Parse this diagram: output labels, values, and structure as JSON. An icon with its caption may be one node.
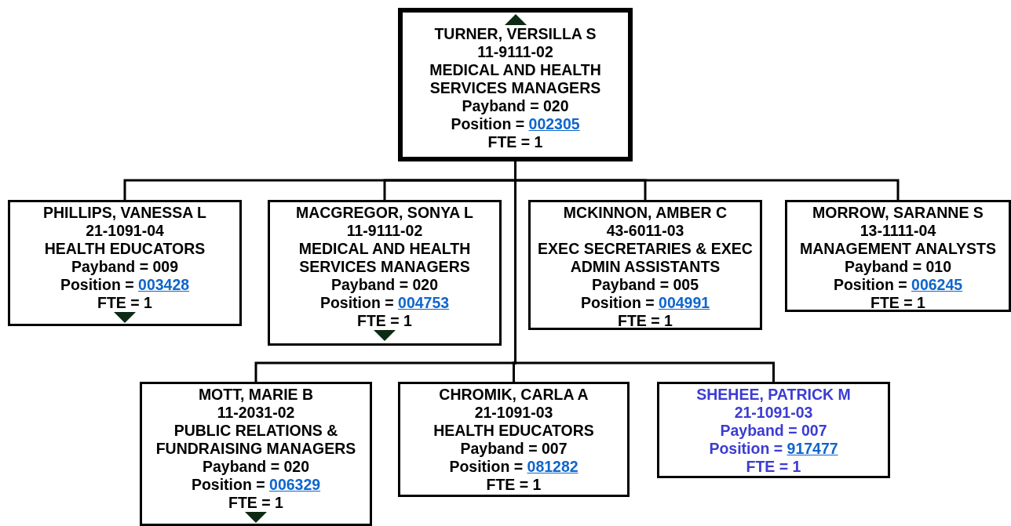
{
  "diagram": {
    "nodes": [
      {
        "text": [
          "TURNER, VERSILLA S",
          "11-9111-02",
          "MEDICAL AND HEALTH SERVICES MANAGERS",
          "Payband = 020",
          "Position =",
          "002305",
          "FTE = 1"
        ]
      },
      {
        "text": [
          "PHILLIPS, VANESSA L",
          "21-1091-04",
          "HEALTH EDUCATORS",
          "Payband = 009",
          "Position =",
          "003428",
          "FTE = 1"
        ]
      },
      {
        "text": [
          "MACGREGOR, SONYA L",
          "11-9111-02",
          "MEDICAL AND HEALTH SERVICES MANAGERS",
          "Payband = 020",
          "Position =",
          "004753",
          "FTE = 1"
        ]
      },
      {
        "text": [
          "MCKINNON, AMBER C",
          "43-6011-03",
          "EXEC SECRETARIES & EXEC ADMIN ASSISTANTS",
          "Payband = 005",
          "Position =",
          "004991",
          "FTE = 1"
        ]
      },
      {
        "text": [
          "MORROW, SARANNE S",
          "13-1111-04",
          "MANAGEMENT ANALYSTS",
          "Payband = 010",
          "Position =",
          "006245",
          "FTE = 1"
        ]
      },
      {
        "text": [
          "MOTT, MARIE B",
          "11-2031-02",
          "PUBLIC RELATIONS & FUNDRAISING MANAGERS",
          "Payband = 020",
          "Position =",
          "006329",
          "FTE = 1"
        ]
      },
      {
        "text": [
          "CHROMIK, CARLA A",
          "21-1091-03",
          "HEALTH EDUCATORS",
          "Payband = 007",
          "Position =",
          "081282",
          "FTE = 1"
        ]
      },
      {
        "text": [
          "SHEHEE, PATRICK M",
          "21-1091-03",
          "Payband = 007",
          "Position =",
          "917477",
          "FTE = 1"
        ]
      }
    ],
    "edges": [
      {
        "from": 0,
        "to": 1,
        "arrow": "none"
      },
      {
        "from": 0,
        "to": 2,
        "arrow": "none"
      },
      {
        "from": 0,
        "to": 3,
        "arrow": "none"
      },
      {
        "from": 0,
        "to": 4,
        "arrow": "none"
      },
      {
        "from": 0,
        "to": 5,
        "arrow": "none"
      },
      {
        "from": 0,
        "to": 6,
        "arrow": "none"
      },
      {
        "from": 0,
        "to": 7,
        "arrow": "none"
      }
    ]
  }
}
